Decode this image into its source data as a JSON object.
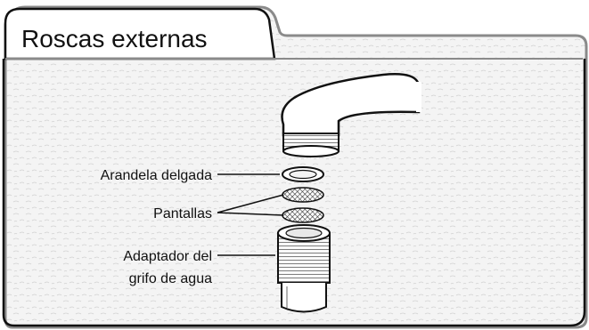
{
  "title": "Roscas externas",
  "labels": {
    "washer": "Arandela delgada",
    "screens": "Pantallas",
    "adapter_line1": "Adaptador del",
    "adapter_line2": "grifo de agua"
  }
}
